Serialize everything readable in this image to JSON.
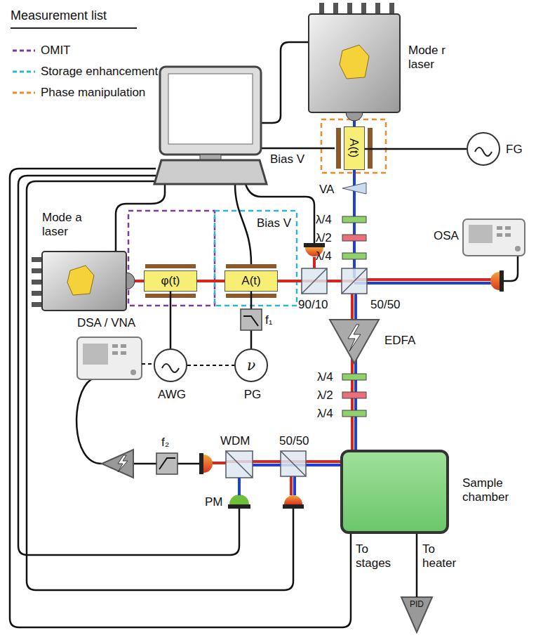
{
  "diagram": {
    "nodes": [
      {
        "text": [
          "Mode a laser"
        ]
      },
      {
        "text": [
          "Mode r laser"
        ]
      },
      {
        "text": [
          "φ(t)"
        ]
      },
      {
        "text": [
          "A(t)"
        ]
      },
      {
        "text": [
          "A(t)"
        ]
      },
      {
        "text": [
          "FG"
        ]
      },
      {
        "text": [
          "AWG"
        ]
      },
      {
        "text": [
          "ν",
          "PG"
        ]
      },
      {
        "text": [
          "DSA / VNA"
        ]
      },
      {
        "text": [
          "OSA"
        ]
      },
      {
        "text": [
          "EDFA"
        ]
      },
      {
        "text": [
          "Sample chamber"
        ]
      },
      {
        "text": [
          "PID"
        ]
      },
      {
        "text": [
          "WDM"
        ]
      },
      {
        "text": [
          "PM"
        ]
      }
    ],
    "edges": [
      {
        "from": 6,
        "to": 2,
        "arrow": "none"
      },
      {
        "from": 7,
        "to": 3,
        "arrow": "none"
      },
      {
        "from": 5,
        "to": 4,
        "arrow": "none"
      },
      {
        "from": 8,
        "to": 6,
        "arrow": "none"
      },
      {
        "from": 6,
        "to": 7,
        "arrow": "none"
      },
      {
        "from": 13,
        "to": 14,
        "arrow": "none"
      },
      {
        "from": 11,
        "to": 12,
        "arrow": "none"
      }
    ],
    "labels": [
      "Measurement list",
      "Bias V",
      "VA",
      "λ/4",
      "λ/2",
      "λ/4",
      "90/10",
      "50/50",
      "Bias V",
      "f₁",
      "λ/4",
      "λ/2",
      "λ/4",
      "f₂",
      "50/50",
      "To stages",
      "To heater"
    ],
    "legend": [
      {
        "text": "OMIT"
      },
      {
        "text": "Storage enhancement"
      },
      {
        "text": "Phase manipulation"
      }
    ]
  }
}
